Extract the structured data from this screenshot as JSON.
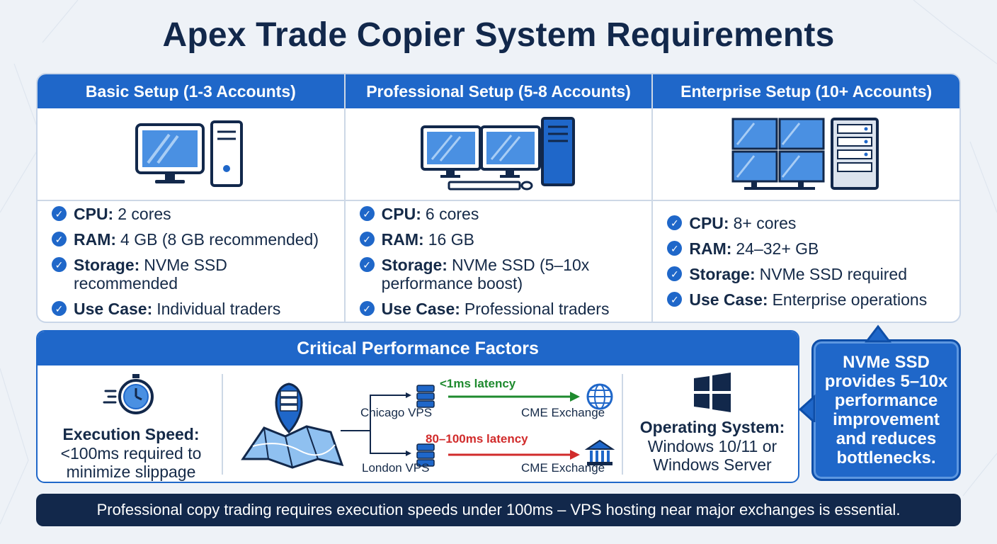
{
  "title": "Apex Trade Copier System Requirements",
  "tiers": [
    {
      "header": "Basic Setup (1-3 Accounts)",
      "icon": "single-monitor-desktop-icon",
      "specs": [
        {
          "label": "CPU:",
          "value": "2 cores"
        },
        {
          "label": "RAM:",
          "value": "4 GB (8 GB recommended)"
        },
        {
          "label": "Storage:",
          "value": "NVMe SSD recommended"
        },
        {
          "label": "Use Case:",
          "value": "Individual traders"
        }
      ]
    },
    {
      "header": "Professional Setup (5-8 Accounts)",
      "icon": "dual-monitor-workstation-icon",
      "specs": [
        {
          "label": "CPU:",
          "value": "6 cores"
        },
        {
          "label": "RAM:",
          "value": "16 GB"
        },
        {
          "label": "Storage:",
          "value": "NVMe SSD (5–10x performance boost)"
        },
        {
          "label": "Use Case:",
          "value": "Professional traders"
        }
      ]
    },
    {
      "header": "Enterprise Setup (10+ Accounts)",
      "icon": "quad-monitor-server-icon",
      "specs": [
        {
          "label": "CPU:",
          "value": "8+ cores"
        },
        {
          "label": "RAM:",
          "value": "24–32+ GB"
        },
        {
          "label": "Storage:",
          "value": "NVMe SSD required"
        },
        {
          "label": "Use Case:",
          "value": "Enterprise operations"
        }
      ]
    }
  ],
  "factors": {
    "header": "Critical Performance Factors",
    "speed": {
      "title": "Execution Speed:",
      "line1": "<100ms required to",
      "line2": "minimize slippage",
      "icon": "stopwatch-icon"
    },
    "network": {
      "icon": "map-pin-server-icon",
      "routes": [
        {
          "vps": "Chicago VPS",
          "latency": "<1ms latency",
          "exchange": "CME Exchange",
          "color": "#1e8a2e",
          "exchange_icon": "globe-icon"
        },
        {
          "vps": "London VPS",
          "latency": "80–100ms latency",
          "exchange": "CME Exchange",
          "color": "#d12b2b",
          "exchange_icon": "bank-building-icon"
        }
      ]
    },
    "os": {
      "title": "Operating System:",
      "line1": "Windows 10/11 or",
      "line2": "Windows Server",
      "icon": "windows-logo-icon"
    }
  },
  "callout": "NVMe SSD provides 5–10x performance improvement and reduces bottlenecks.",
  "footer": "Professional copy trading requires execution speeds under 100ms – VPS hosting near major exchanges is essential.",
  "colors": {
    "primary": "#1f67c9",
    "navy": "#12284b",
    "green": "#1e8a2e",
    "red": "#d12b2b"
  }
}
